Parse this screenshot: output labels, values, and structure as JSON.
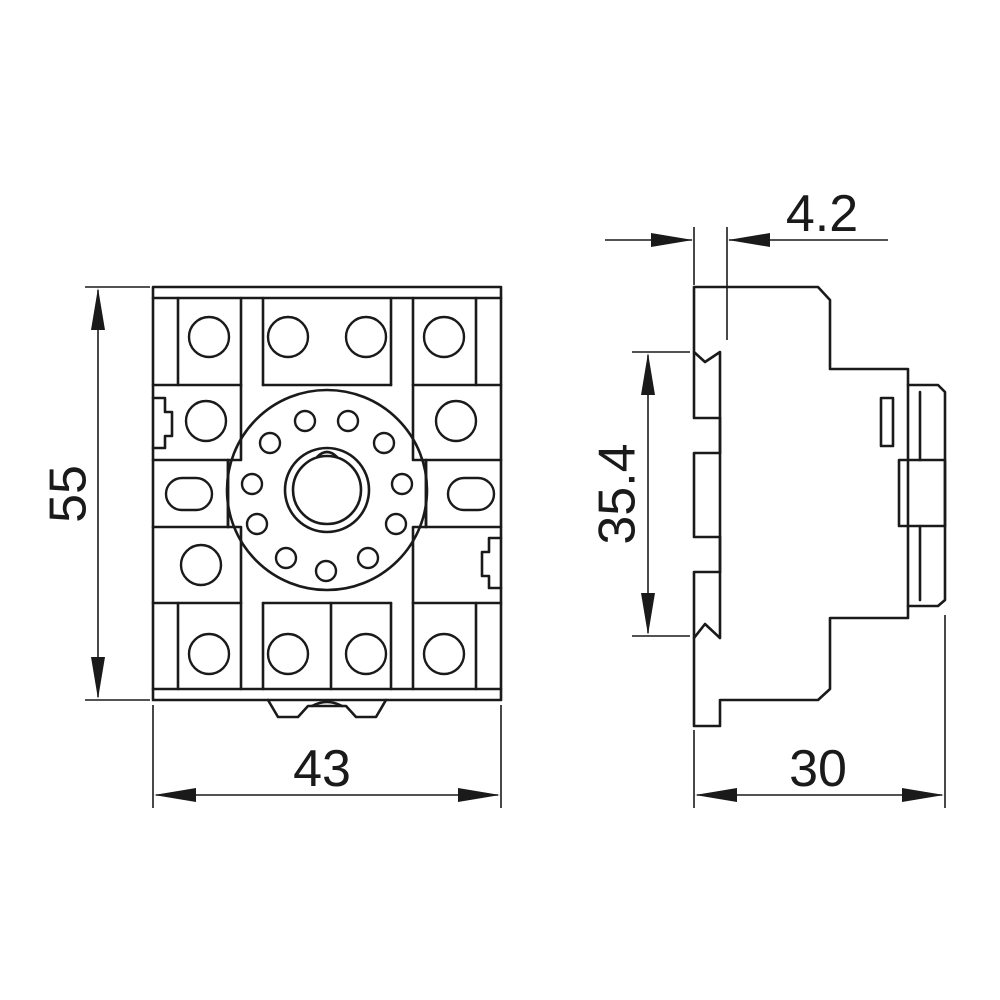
{
  "dimensions": {
    "front_height": "55",
    "front_width": "43",
    "side_depth": "30",
    "rail_height": "35.4",
    "top_offset": "4.2"
  },
  "colors": {
    "stroke": "#1a1a1a",
    "background": "#ffffff"
  }
}
